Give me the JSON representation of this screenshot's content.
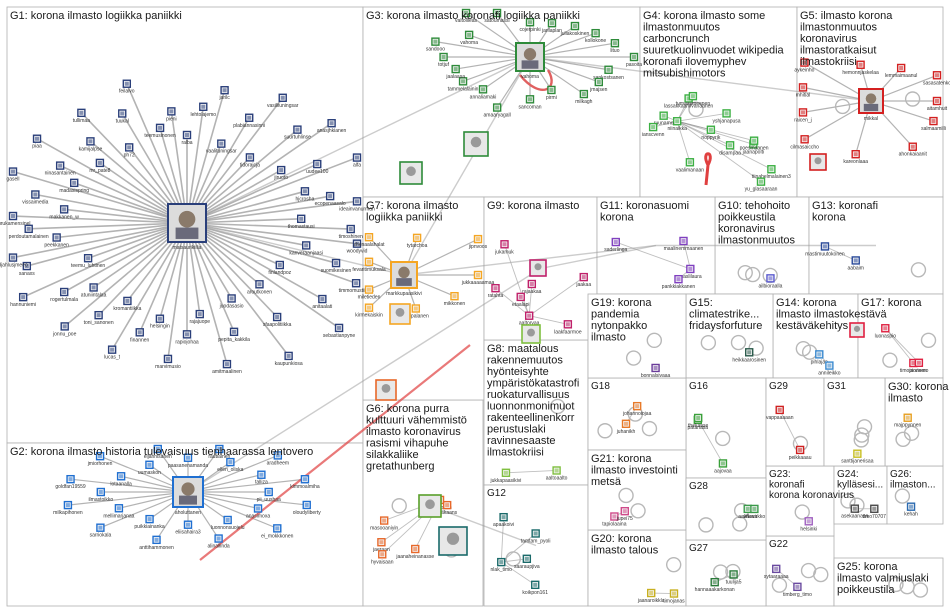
{
  "groups": [
    {
      "id": "G1",
      "lines": [
        "G1: korona ilmasto logiikka paniikki"
      ],
      "color": "#2a3f7a"
    },
    {
      "id": "G2",
      "lines": [
        "G2: korona ilmasto historia tulevaisuus tienhaarassa lentovero"
      ],
      "color": "#1f6fd1"
    },
    {
      "id": "G3",
      "lines": [
        "G3: korona ilmasto koronafi logiikka paniikki"
      ],
      "color": "#2e8b3a"
    },
    {
      "id": "G4",
      "lines": [
        "G4: korona ilmasto some",
        "ilmastonmuutos",
        "carboncrunch",
        "suuretkuolinvuodet wikipedia",
        "koronafi ilovemyphev",
        "mitsubishimotors"
      ],
      "color": "#3cb043"
    },
    {
      "id": "G5",
      "lines": [
        "G5: ilmasto korona",
        "ilmastonmuutos",
        "koronavirus",
        "ilmastoratkaisut",
        "ilmastokriisi"
      ],
      "color": "#d42020"
    },
    {
      "id": "G6",
      "lines": [
        "G6: korona purra",
        "kulttuuri vähemmistö",
        "ilmasto koronavirus",
        "rasismi vihapuhe",
        "silakkaliike",
        "gretathunberg"
      ],
      "color": "#e8682a"
    },
    {
      "id": "G7",
      "lines": [
        "G7: korona ilmasto",
        "logiikka paniikki"
      ],
      "color": "#f5a623"
    },
    {
      "id": "G8",
      "lines": [
        "G8: maatalous",
        "rakennemuutos",
        "hyönteisyhte",
        "ympäristökatastrofi",
        "ruokaturvallisuus",
        "luonnonmonimuot",
        "rakenteellinenkorr",
        "perustuslaki",
        "ravinnesaaste",
        "ilmastokriisi"
      ],
      "color": "#7fbf3f"
    },
    {
      "id": "G9",
      "lines": [
        "G9: korona ilmasto"
      ],
      "color": "#c0206a"
    },
    {
      "id": "G10",
      "lines": [
        "G10: tehohoito",
        "poikkeustila",
        "koronavirus",
        "ilmastonmuutos"
      ],
      "color": "#5a5ad0"
    },
    {
      "id": "G11",
      "lines": [
        "G11: koronasuomi",
        "korona"
      ],
      "color": "#8040c0"
    },
    {
      "id": "G12",
      "lines": [
        "G12"
      ],
      "color": "#1a6a6a"
    },
    {
      "id": "G13",
      "lines": [
        "G13: koronafi",
        "korona"
      ],
      "color": "#2a4a9a"
    },
    {
      "id": "G14",
      "lines": [
        "G14: korona",
        "ilmasto ilmastokestävä",
        "kestäväkehitys"
      ],
      "color": "#3a8ad0"
    },
    {
      "id": "G15",
      "lines": [
        "G15:",
        "climatestrike...",
        "fridaysforfuture"
      ],
      "color": "#2a5a4a"
    },
    {
      "id": "G16",
      "lines": [
        "G16"
      ],
      "color": "#3aa03a"
    },
    {
      "id": "G17",
      "lines": [
        "G17: korona"
      ],
      "color": "#e02040"
    },
    {
      "id": "G18",
      "lines": [
        "G18"
      ],
      "color": "#e87a2a"
    },
    {
      "id": "G19",
      "lines": [
        "G19: korona",
        "pandemia",
        "nytonpakko",
        "ilmasto"
      ],
      "color": "#6a3a9a"
    },
    {
      "id": "G20",
      "lines": [
        "G20: korona",
        "ilmasto talous"
      ],
      "color": "#c8b020"
    },
    {
      "id": "G21",
      "lines": [
        "G21: korona",
        "ilmasto investointi",
        "metsä"
      ],
      "color": "#d04a8a"
    },
    {
      "id": "G22",
      "lines": [
        "G22"
      ],
      "color": "#6a4aa0"
    },
    {
      "id": "G23",
      "lines": [
        "G23:",
        "koronafi",
        "korona koronavirus"
      ],
      "color": "#a060c0"
    },
    {
      "id": "G24",
      "lines": [
        "G24:",
        "kylläsesi..."
      ],
      "color": "#4a4a4a"
    },
    {
      "id": "G25",
      "lines": [
        "G25: korona",
        "ilmasto valmiuslaki",
        "poikkeustila"
      ],
      "color": "#6a3a20"
    },
    {
      "id": "G26",
      "lines": [
        "G26:",
        "ilmaston..."
      ],
      "color": "#2a6ab0"
    },
    {
      "id": "G27",
      "lines": [
        "G27"
      ],
      "color": "#2a7a3a"
    },
    {
      "id": "G28",
      "lines": [
        "G28"
      ],
      "color": "#3a9a4a"
    },
    {
      "id": "G29",
      "lines": [
        "G29"
      ],
      "color": "#d02020"
    },
    {
      "id": "G30",
      "lines": [
        "G30: korona",
        "ilmasto"
      ],
      "color": "#e8a020"
    },
    {
      "id": "G31",
      "lines": [
        "G31"
      ],
      "color": "#c8c020"
    }
  ],
  "hubs": [
    {
      "id": "G1",
      "label": "matsaurikiilia"
    },
    {
      "id": "G2",
      "label": "aholuttanen"
    },
    {
      "id": "G3",
      "label": "vahoma"
    },
    {
      "id": "G5",
      "label": "mikkal"
    },
    {
      "id": "G7",
      "label": "markkupaasikivi"
    }
  ],
  "nodes": {
    "G1": [
      "ralba",
      "lehtolajemo",
      "jarilc",
      "vaalituningsar",
      "plabiannasinni",
      "vasiliiuningsar",
      "tidoraicja",
      "suurtuhlinse",
      "anasjhkianen",
      "jiruoto",
      "uudee100",
      "alfa",
      "hjcrosha",
      "ecopenaasalo",
      "ideainvanurman",
      "thomastausi",
      "timoshinen",
      "woodyvid",
      "kanveraanjaasi",
      "suomikesinen",
      "timmomustiinen",
      "finlandpoz",
      "anitaalati",
      "sebastianpyne",
      "aroutkonen",
      "sfaapolitiikka",
      "kaupunkiosa",
      "juodasasio",
      "pepita_kakkila",
      "amitmaalinen",
      "rajajuope",
      "rapiojohaa",
      "marvimusio",
      "helsingin",
      "finannen",
      "lucas_t",
      "kromantiikka",
      "toni_sanonen",
      "jonnu_poe",
      "atuniintalaa",
      "rogertulmala",
      "hannuniemi",
      "teemu_luhtinen",
      "sanaxs",
      "djahlusjmeeo",
      "peekkanen",
      "perdoutamalainen",
      "surukamensinel",
      "makkanen_w",
      "vissaimedia",
      "gasell",
      "madasispring",
      "ninasantainen",
      "piaa",
      "mr_pate8",
      "kamijalpse",
      "tullimaa",
      "ph72",
      "tuukal",
      "feilalvo",
      "teemusinonen",
      "pieni"
    ],
    "G2": [
      "paasanenamanda",
      "rautiainen",
      "ellen_oliska",
      "aradheem",
      "talliza",
      "kimmoalmiha",
      "pii_uushaa",
      "oloudyliberty",
      "anasimoxa",
      "ei_mokkkonen",
      "luonnonsuojelu",
      "alinallinda",
      "eliisahaira3",
      "anttihammonen",
      "puikkiainanka",
      "sarriokala",
      "mellimarjanaa",
      "milkapihonen",
      "ilmastoikko",
      "goldfan19559",
      "lotaanalla",
      "jmiorhonen",
      "uumaskon",
      "eljannisanen"
    ],
    "G3": [
      "pasoita",
      "sankostsanen",
      "jmajsen",
      "milkagh",
      "pirmi",
      "sancoman",
      "amaaryagall",
      "annaliamaki",
      "tammelalainin",
      "jaalaasa",
      "totjuf",
      "sandooo",
      "vahoma",
      "valtoilleas",
      "satoumassi",
      "cojerpinki",
      "jarilaplan",
      "juliakoskinen",
      "kollokone",
      "lituo"
    ],
    "G4": [
      "niinaikka",
      "ruunamo",
      "rioppyrik",
      "lassakkaanilvanaanen",
      "vaalimanaan",
      "yshjanapusa",
      "ianscvenn",
      "disampaa",
      "tiinahelmalainen3",
      "jaanapolti",
      "tumaasmeenen",
      "poesmaanen",
      "yu_glasaaraan"
    ],
    "G5": [
      "aitamhuit",
      "salmaamilli",
      "ahonkaiaanit",
      "kareonlaaa",
      "cilmasaiccho",
      "raicen_j",
      "mhitial",
      "aykeinho",
      "hemonnjaskelaa",
      "lemmaimaanul",
      "sasasatenko"
    ],
    "G6": [
      "pa_ihonen",
      "jaanaheinanasse",
      "masooaniyin",
      "jaeraan",
      "hyvaisaan",
      "laakaans"
    ],
    "G7": [
      "jukkaaaaamaa",
      "mikkonen",
      "carlpalanen",
      "kirmekaiskin",
      "miletieden",
      "fevaritimuksala",
      "zhenaalahalat",
      "tytarchoa",
      "jipnvoos"
    ],
    "G8": [
      "jukkapaasikivi",
      "aaltoaalto"
    ],
    "G9": [
      "aaltorvaa",
      "rajaakaa",
      "jukamuk",
      "etaalapi",
      "laakfaarmoe",
      "ratahta",
      "jaakaa"
    ],
    "G10": [
      "ailbioraalla"
    ],
    "G11": [
      "maslilaura",
      "pankkiakkanen",
      "maalinemmaanen",
      "saderlinga"
    ],
    "G12": [
      "nlak_timo",
      "saaraupjiva",
      "apaakoivi",
      "koikpon161",
      "tamtam_pyoli"
    ],
    "G13": [
      "aabaim",
      "mastimuutokonen"
    ],
    "G14": [
      "pihlajaa",
      "annileikko"
    ],
    "G15": [
      "heikkaarosinen"
    ],
    "G16": [
      "patanasa",
      "thekaase",
      "aajovaa"
    ],
    "G17": [
      "luonaspio",
      "timojarvinen",
      "pionemo"
    ],
    "G18": [
      "johannoiojaa",
      "juhanikh"
    ],
    "G19": [
      "bonnalsivaaa"
    ],
    "G20": [
      "timojanas",
      "jaanaroikkla"
    ],
    "G21": [
      "tapiolaaina",
      "jupei75"
    ],
    "G22": [
      "timberg_timo",
      "sytaaraaaa"
    ],
    "G23": [
      "helsinki"
    ],
    "G24": [
      "timo70707",
      "asekaanaan"
    ],
    "G25": [],
    "G26": [
      "kehah"
    ],
    "G27": [
      "tuulija5",
      "hannaaakarkonan"
    ],
    "G28": [
      "aalinaaa",
      "villevirkko"
    ],
    "G29": [
      "vappaaaaan",
      "peikkaaau"
    ],
    "G30": [
      "majppynnen"
    ],
    "G31": [
      "santtijanerisaa"
    ]
  }
}
